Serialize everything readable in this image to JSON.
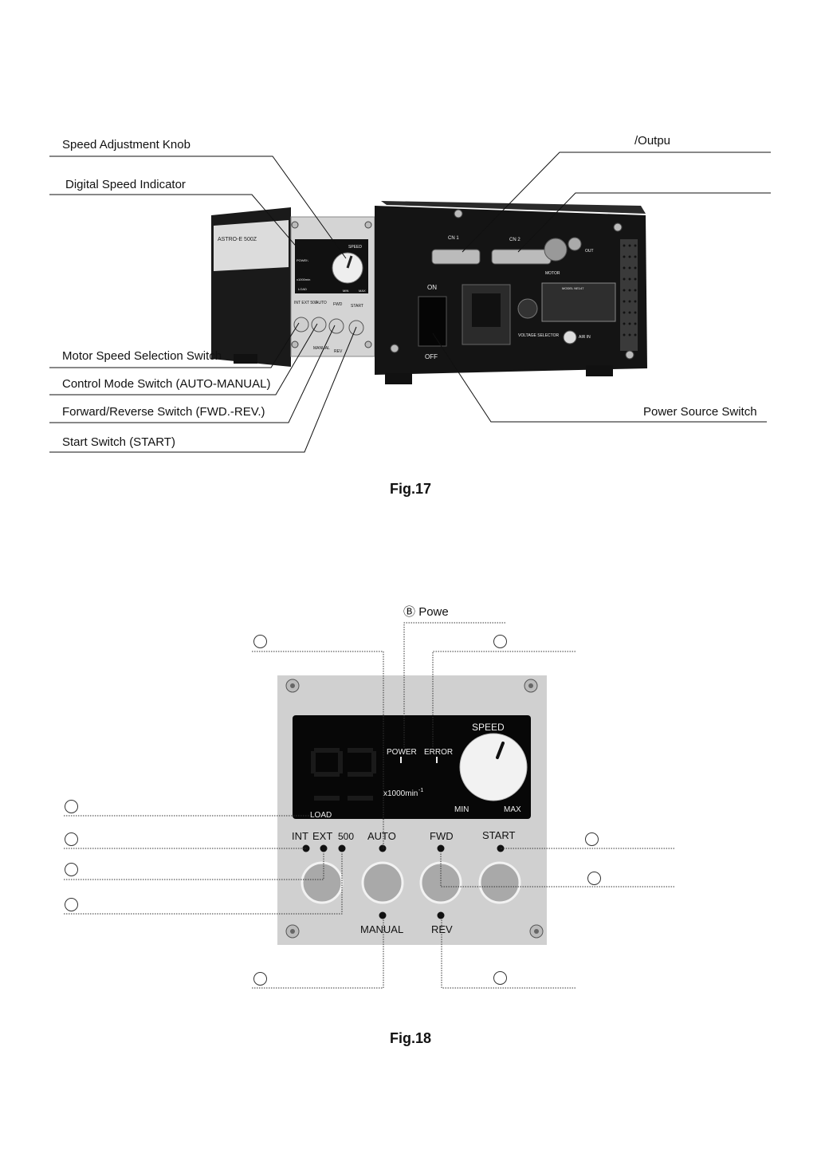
{
  "fig17": {
    "caption": "Fig.17",
    "labels": {
      "speed_knob": "Speed Adjustment Knob",
      "digital_indicator": "Digital Speed Indicator",
      "motor_speed_switch": "Motor Speed Selection Switch",
      "control_mode": "Control Mode Switch (AUTO-MANUAL)",
      "fwd_rev": "Forward/Reverse Switch (FWD.-REV.)",
      "start": "Start Switch (START)",
      "output": "/Outpu",
      "power_source": "Power Source Switch"
    },
    "device_text": {
      "brand": "ASTRO-E 500Z",
      "speed": "SPEED",
      "power": "POWER",
      "x1000": "x1000min",
      "load": "LOAD",
      "min": "MIN",
      "max": "MAX",
      "int_ext": "INT EXT 500",
      "auto": "AUTO",
      "fwd": "FWD",
      "start": "START",
      "manual": "MANUAL",
      "rev": "REV",
      "cn1": "CN 1",
      "cn2": "CN 2",
      "motor": "MOTOR",
      "out": "OUT",
      "on": "ON",
      "off": "OFF",
      "voltage_selector": "VOLTAGE SELECTOR",
      "air_in": "AIR IN",
      "model": "MODEL NE147"
    }
  },
  "fig18": {
    "caption": "Fig.18",
    "power_label": "Powe",
    "b_symbol": "Ⓑ",
    "panel": {
      "speed": "SPEED",
      "power": "POWER",
      "error": "ERROR",
      "unit": "x1000min",
      "unit_exp": "-1",
      "load": "LOAD",
      "min": "MIN",
      "max": "MAX",
      "int": "INT",
      "ext": "EXT",
      "v500": "500",
      "auto": "AUTO",
      "fwd": "FWD",
      "start": "START",
      "manual": "MANUAL",
      "rev": "REV"
    }
  }
}
